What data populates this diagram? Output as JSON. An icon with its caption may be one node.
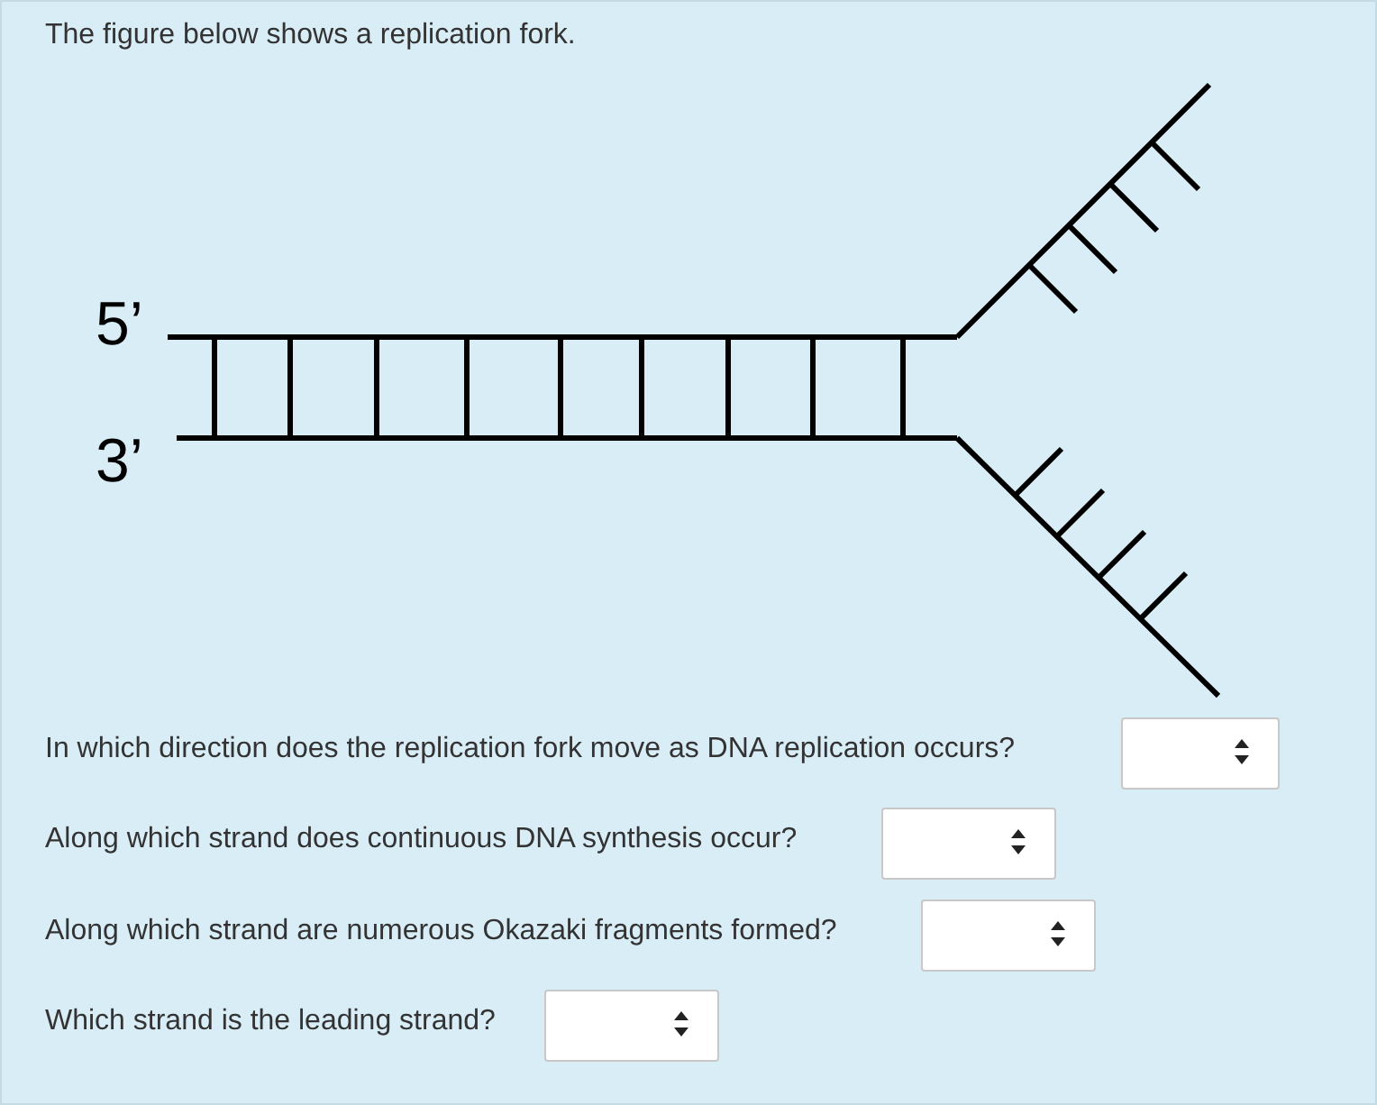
{
  "diagram": {
    "labels": [
      "The figure below shows a replication fork.",
      "5’",
      "3’",
      "In which direction does the replication fork move as DNA replication occurs?",
      "Along which strand does continuous DNA synthesis occur?",
      "Along which strand are numerous Okazaki fragments formed?",
      "Which strand is the leading strand?"
    ]
  }
}
